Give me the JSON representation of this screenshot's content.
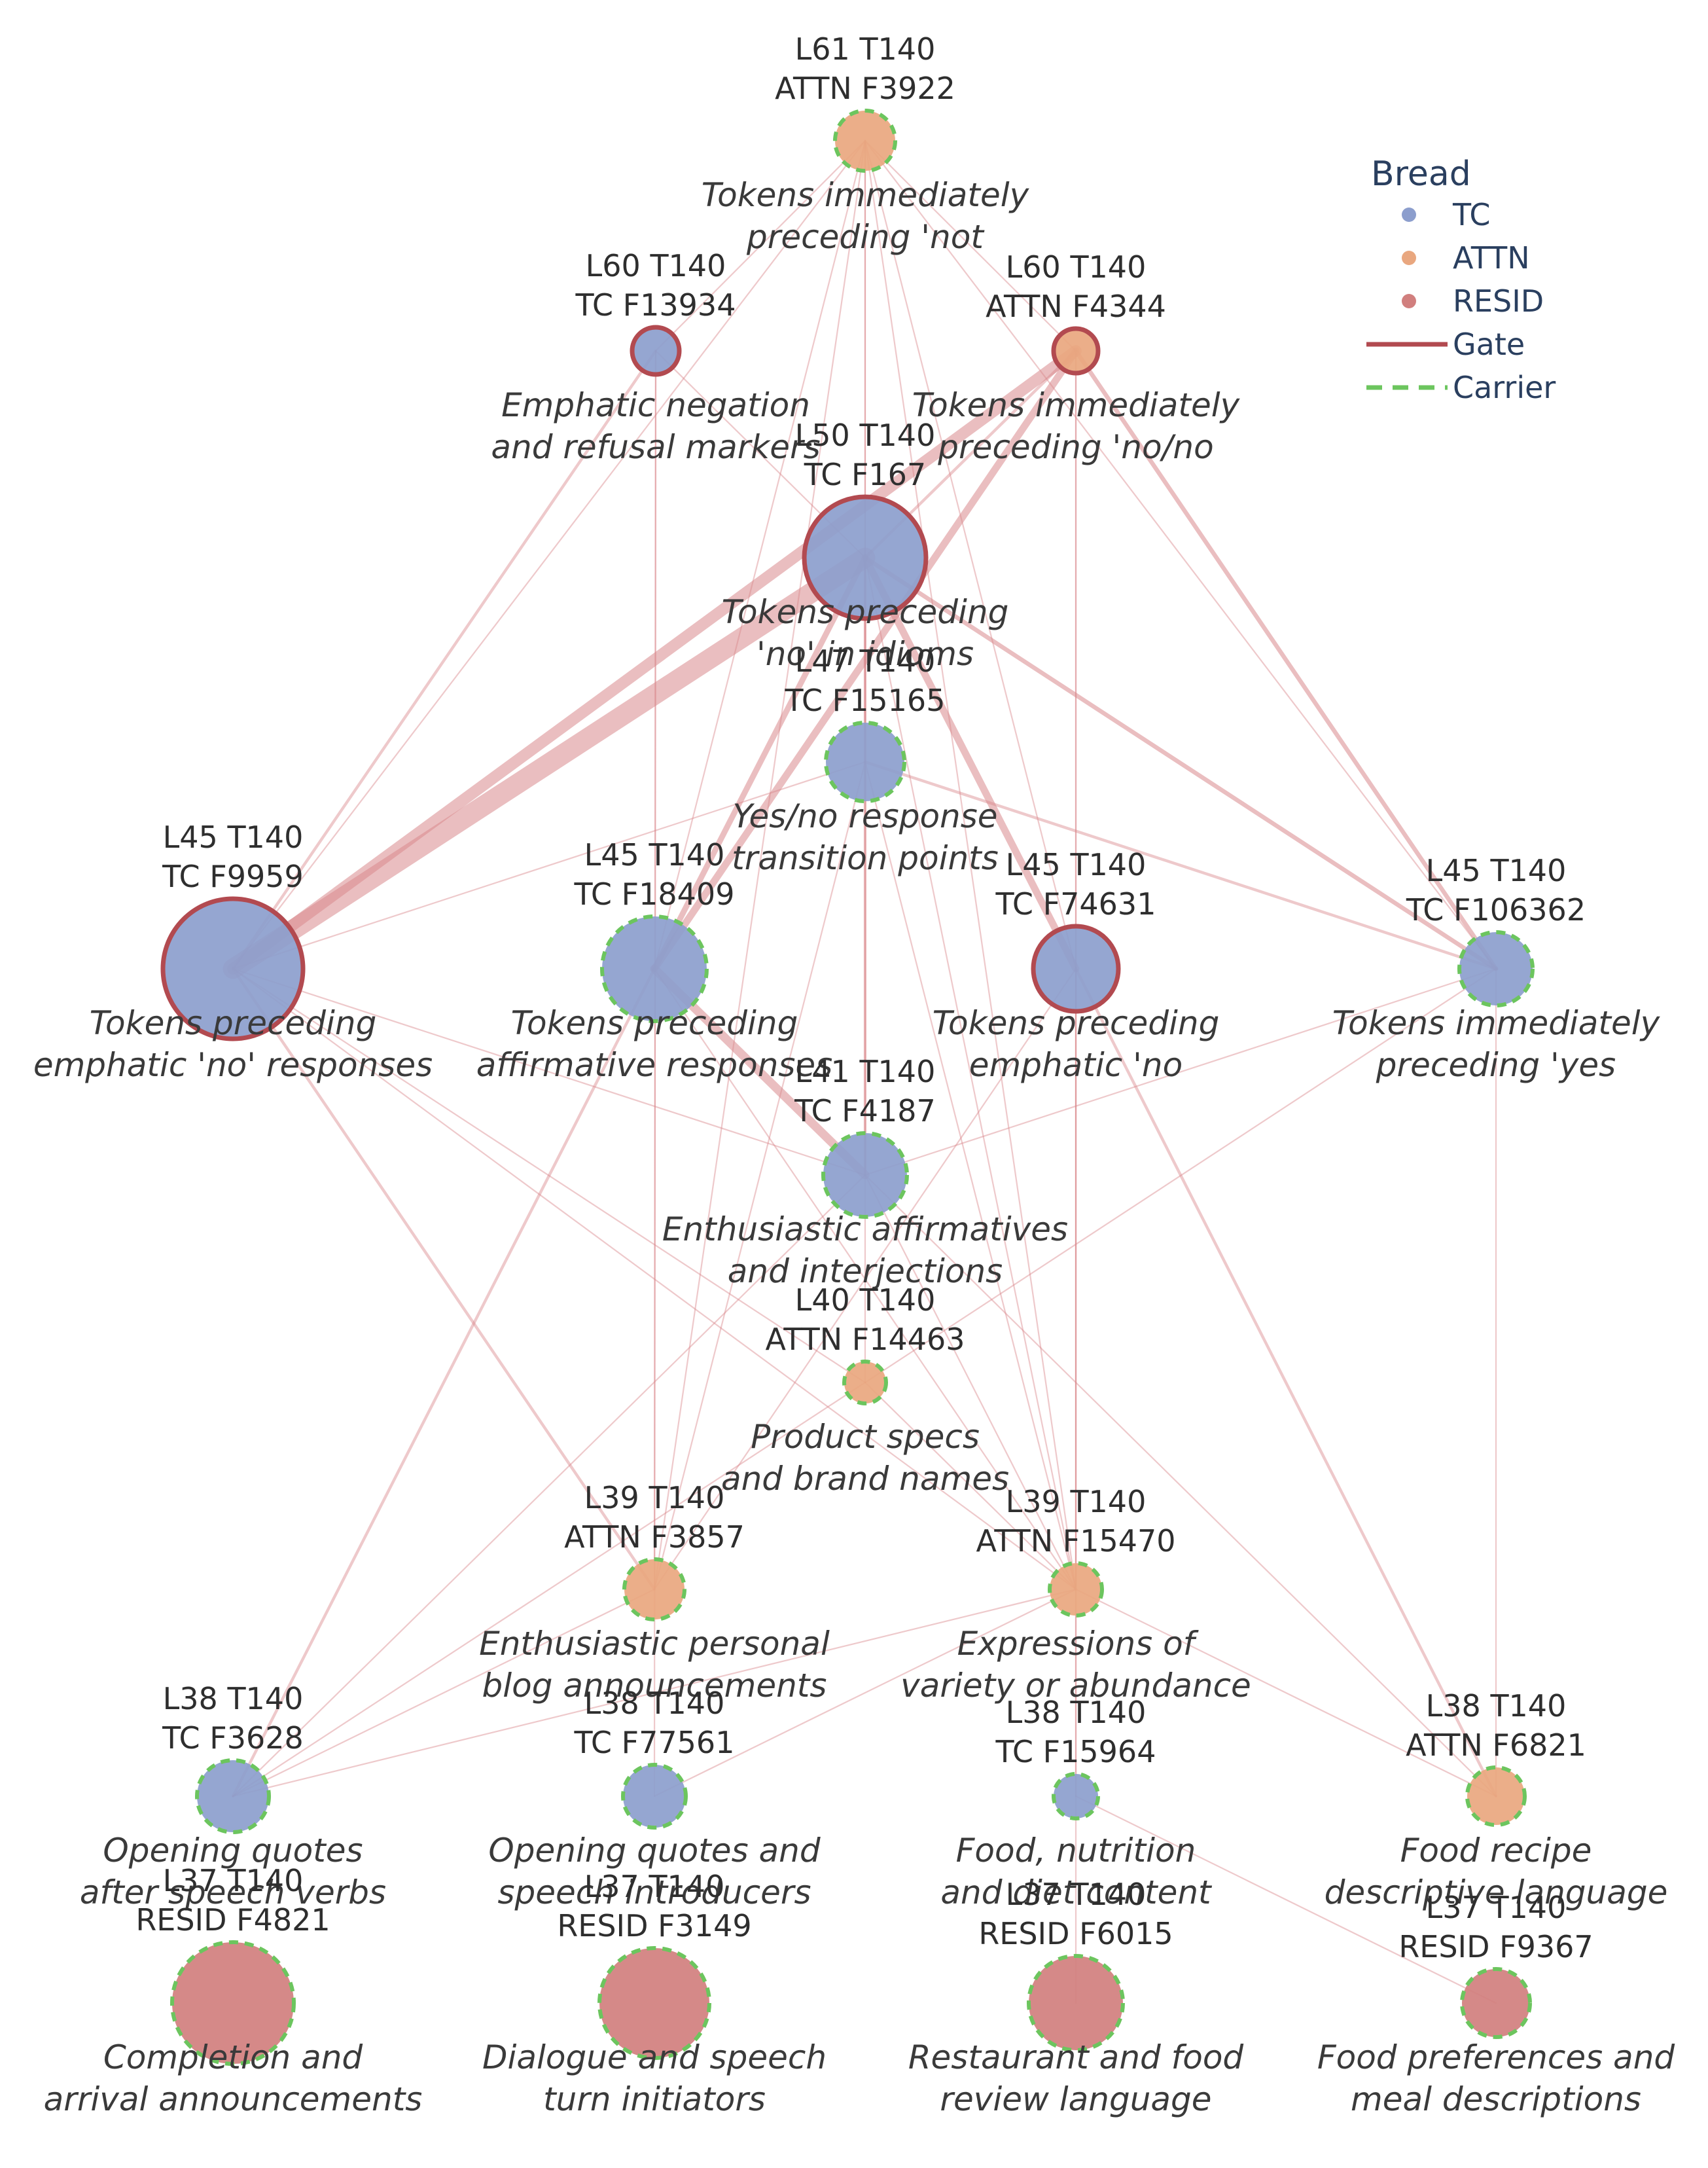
{
  "colors": {
    "TC": "#8c9ecd",
    "ATTN": "#e9a77f",
    "RESID": "#d17f7e",
    "gate": "#b24a50",
    "carrier": "#6cc55e",
    "edge": "#d9888c"
  },
  "legend": {
    "title": "Bread",
    "items": [
      {
        "label": "TC",
        "kind": "dot",
        "key": "TC"
      },
      {
        "label": "ATTN",
        "kind": "dot",
        "key": "ATTN"
      },
      {
        "label": "RESID",
        "kind": "dot",
        "key": "RESID"
      },
      {
        "label": "Gate",
        "kind": "line",
        "key": "gate"
      },
      {
        "label": "Carrier",
        "kind": "dash",
        "key": "carrier"
      }
    ]
  },
  "nodes": [
    {
      "id": "n1",
      "line1": "L61 T140",
      "line2": "ATTN F3922",
      "desc": [
        "Tokens immediately",
        "preceding 'not"
      ],
      "type": "ATTN",
      "role": "carrier"
    },
    {
      "id": "n2",
      "line1": "L60 T140",
      "line2": "TC F13934",
      "desc": [
        "Emphatic negation",
        "and refusal markers"
      ],
      "type": "TC",
      "role": "gate"
    },
    {
      "id": "n3",
      "line1": "L60 T140",
      "line2": "ATTN F4344",
      "desc": [
        "Tokens immediately",
        "preceding 'no/no"
      ],
      "type": "ATTN",
      "role": "gate"
    },
    {
      "id": "n4",
      "line1": "L50 T140",
      "line2": "TC F167",
      "desc": [
        "Tokens preceding",
        "'no' in idioms"
      ],
      "type": "TC",
      "role": "gate"
    },
    {
      "id": "n5",
      "line1": "L47 T140",
      "line2": "TC F15165",
      "desc": [
        "Yes/no response",
        "transition points"
      ],
      "type": "TC",
      "role": "carrier"
    },
    {
      "id": "n6",
      "line1": "L45 T140",
      "line2": "TC F9959",
      "desc": [
        "Tokens preceding",
        "emphatic 'no' responses"
      ],
      "type": "TC",
      "role": "gate"
    },
    {
      "id": "n7",
      "line1": "L45 T140",
      "line2": "TC F18409",
      "desc": [
        "Tokens preceding",
        "affirmative responses"
      ],
      "type": "TC",
      "role": "carrier"
    },
    {
      "id": "n8",
      "line1": "L45 T140",
      "line2": "TC F74631",
      "desc": [
        "Tokens preceding",
        "emphatic 'no"
      ],
      "type": "TC",
      "role": "gate"
    },
    {
      "id": "n9",
      "line1": "L45 T140",
      "line2": "TC F106362",
      "desc": [
        "Tokens immediately",
        "preceding 'yes"
      ],
      "type": "TC",
      "role": "carrier"
    },
    {
      "id": "n10",
      "line1": "L41 T140",
      "line2": "TC F4187",
      "desc": [
        "Enthusiastic affirmatives",
        "and interjections"
      ],
      "type": "TC",
      "role": "carrier"
    },
    {
      "id": "n11",
      "line1": "L40 T140",
      "line2": "ATTN F14463",
      "desc": [
        "Product specs",
        "and brand names"
      ],
      "type": "ATTN",
      "role": "carrier"
    },
    {
      "id": "n12",
      "line1": "L39 T140",
      "line2": "ATTN F3857",
      "desc": [
        "Enthusiastic personal",
        "blog announcements"
      ],
      "type": "ATTN",
      "role": "carrier"
    },
    {
      "id": "n13",
      "line1": "L39 T140",
      "line2": "ATTN F15470",
      "desc": [
        "Expressions of",
        "variety or abundance"
      ],
      "type": "ATTN",
      "role": "carrier"
    },
    {
      "id": "n14",
      "line1": "L38 T140",
      "line2": "TC F3628",
      "desc": [
        "Opening quotes",
        "after speech verbs"
      ],
      "type": "TC",
      "role": "carrier"
    },
    {
      "id": "n15",
      "line1": "L38 T140",
      "line2": "TC F77561",
      "desc": [
        "Opening quotes and",
        "speech introducers"
      ],
      "type": "TC",
      "role": "carrier"
    },
    {
      "id": "n16",
      "line1": "L38 T140",
      "line2": "TC F15964",
      "desc": [
        "Food, nutrition",
        "and diet content"
      ],
      "type": "TC",
      "role": "carrier"
    },
    {
      "id": "n17",
      "line1": "L38 T140",
      "line2": "ATTN F6821",
      "desc": [
        "Food recipe",
        "descriptive language"
      ],
      "type": "ATTN",
      "role": "carrier"
    },
    {
      "id": "n18",
      "line1": "L37 T140",
      "line2": "RESID F4821",
      "desc": [
        "Completion and",
        "arrival announcements"
      ],
      "type": "RESID",
      "role": "carrier"
    },
    {
      "id": "n19",
      "line1": "L37 T140",
      "line2": "RESID F3149",
      "desc": [
        "Dialogue and speech",
        "turn initiators"
      ],
      "type": "RESID",
      "role": "carrier"
    },
    {
      "id": "n20",
      "line1": "L37 T140",
      "line2": "RESID F6015",
      "desc": [
        "Restaurant and food",
        "review language"
      ],
      "type": "RESID",
      "role": "carrier"
    },
    {
      "id": "n21",
      "line1": "L37 T140",
      "line2": "RESID F9367",
      "desc": [
        "Food preferences and",
        "meal descriptions"
      ],
      "type": "RESID",
      "role": "carrier"
    }
  ],
  "edges": [
    {
      "from": "n1",
      "to": "n4",
      "weight": 1
    },
    {
      "from": "n1",
      "to": "n6",
      "weight": 1
    },
    {
      "from": "n1",
      "to": "n7",
      "weight": 1
    },
    {
      "from": "n1",
      "to": "n8",
      "weight": 1
    },
    {
      "from": "n1",
      "to": "n9",
      "weight": 1
    },
    {
      "from": "n1",
      "to": "n10",
      "weight": 1
    },
    {
      "from": "n1",
      "to": "n13",
      "weight": 1
    },
    {
      "from": "n1",
      "to": "n12",
      "weight": 1
    },
    {
      "from": "n1",
      "to": "n2",
      "weight": 1
    },
    {
      "from": "n1",
      "to": "n3",
      "weight": 1
    },
    {
      "from": "n2",
      "to": "n6",
      "weight": 2
    },
    {
      "from": "n2",
      "to": "n12",
      "weight": 1
    },
    {
      "from": "n2",
      "to": "n4",
      "weight": 1
    },
    {
      "from": "n3",
      "to": "n6",
      "weight": 8
    },
    {
      "from": "n3",
      "to": "n7",
      "weight": 5
    },
    {
      "from": "n3",
      "to": "n9",
      "weight": 3
    },
    {
      "from": "n3",
      "to": "n13",
      "weight": 1
    },
    {
      "from": "n3",
      "to": "n4",
      "weight": 2
    },
    {
      "from": "n4",
      "to": "n6",
      "weight": 14
    },
    {
      "from": "n4",
      "to": "n7",
      "weight": 4
    },
    {
      "from": "n4",
      "to": "n8",
      "weight": 5
    },
    {
      "from": "n4",
      "to": "n9",
      "weight": 3
    },
    {
      "from": "n4",
      "to": "n10",
      "weight": 2
    },
    {
      "from": "n4",
      "to": "n13",
      "weight": 1
    },
    {
      "from": "n4",
      "to": "n11",
      "weight": 1
    },
    {
      "from": "n4",
      "to": "n5",
      "weight": 1
    },
    {
      "from": "n5",
      "to": "n6",
      "weight": 1
    },
    {
      "from": "n5",
      "to": "n9",
      "weight": 2
    },
    {
      "from": "n5",
      "to": "n12",
      "weight": 1
    },
    {
      "from": "n5",
      "to": "n13",
      "weight": 1
    },
    {
      "from": "n6",
      "to": "n12",
      "weight": 2
    },
    {
      "from": "n6",
      "to": "n11",
      "weight": 1
    },
    {
      "from": "n6",
      "to": "n13",
      "weight": 1
    },
    {
      "from": "n6",
      "to": "n10",
      "weight": 1
    },
    {
      "from": "n7",
      "to": "n10",
      "weight": 6
    },
    {
      "from": "n7",
      "to": "n14",
      "weight": 2
    },
    {
      "from": "n7",
      "to": "n13",
      "weight": 1
    },
    {
      "from": "n8",
      "to": "n17",
      "weight": 2
    },
    {
      "from": "n8",
      "to": "n20",
      "weight": 1
    },
    {
      "from": "n8",
      "to": "n12",
      "weight": 1
    },
    {
      "from": "n9",
      "to": "n10",
      "weight": 1
    },
    {
      "from": "n9",
      "to": "n17",
      "weight": 1
    },
    {
      "from": "n9",
      "to": "n11",
      "weight": 1
    },
    {
      "from": "n10",
      "to": "n13",
      "weight": 1
    },
    {
      "from": "n10",
      "to": "n14",
      "weight": 1
    },
    {
      "from": "n10",
      "to": "n17",
      "weight": 1
    },
    {
      "from": "n11",
      "to": "n14",
      "weight": 1
    },
    {
      "from": "n11",
      "to": "n13",
      "weight": 1
    },
    {
      "from": "n12",
      "to": "n14",
      "weight": 1
    },
    {
      "from": "n13",
      "to": "n14",
      "weight": 1
    },
    {
      "from": "n13",
      "to": "n15",
      "weight": 1
    },
    {
      "from": "n13",
      "to": "n17",
      "weight": 1
    },
    {
      "from": "n16",
      "to": "n21",
      "weight": 1
    },
    {
      "from": "n2",
      "to": "n15",
      "weight": 1
    },
    {
      "from": "n3",
      "to": "n16",
      "weight": 1
    }
  ]
}
